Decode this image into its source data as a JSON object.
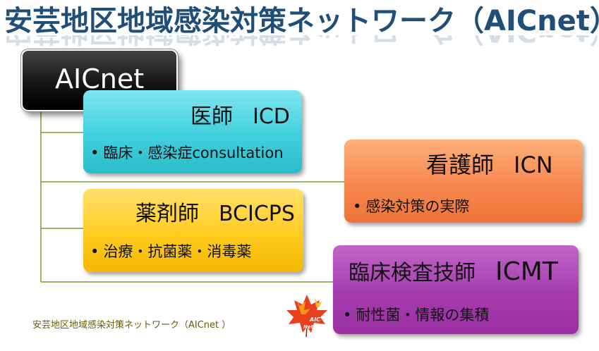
{
  "title": "安芸地区地域感染対策ネットワーク（AICnet）",
  "root": {
    "label": "AICnet"
  },
  "nodes": {
    "icd": {
      "role": "医師",
      "abbr": "ICD",
      "bullet": "•",
      "item": "臨床・感染症consultation",
      "color": "#3fcfdd"
    },
    "icn": {
      "role": "看護師",
      "abbr": "ICN",
      "bullet": "•",
      "item": "感染対策の実際",
      "color": "#f6874e"
    },
    "bcicps": {
      "role": "薬剤師",
      "abbr": "BCICPS",
      "bullet": "•",
      "item": "治療・抗菌薬・消毒薬",
      "color": "#ffcb20"
    },
    "icmt": {
      "role": "臨床検査技師",
      "abbr": "ICMT",
      "bullet": "•",
      "item": "耐性菌・情報の集積",
      "color": "#a53bad"
    }
  },
  "footer": "安芸地区地域感染対策ネットワーク（AICnet ）",
  "logo": {
    "text_line1": "AIC",
    "text_line2": "Network",
    "icon": "maple-leaf-icon"
  },
  "colors": {
    "title": "#1f4e79",
    "connector": "#7a9a3a"
  }
}
